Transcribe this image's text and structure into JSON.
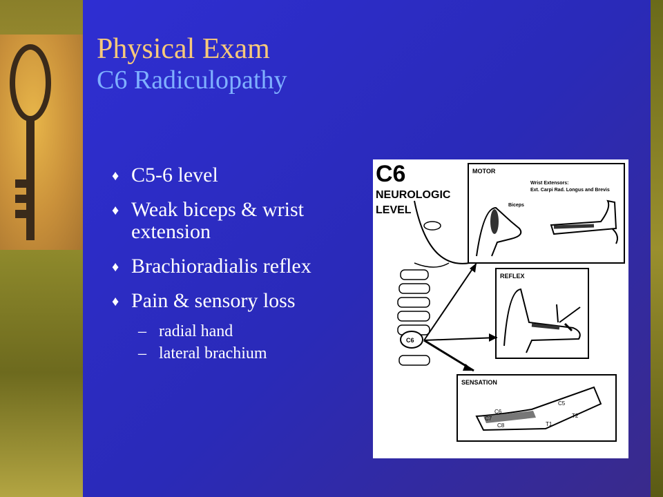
{
  "title": {
    "main": "Physical Exam",
    "sub": "C6 Radiculopathy"
  },
  "bullets": [
    {
      "text": "C5-6 level"
    },
    {
      "text": "Weak biceps & wrist extension"
    },
    {
      "text": "Brachioradialis reflex"
    },
    {
      "text": "Pain & sensory loss",
      "sub": [
        "radial hand",
        "lateral brachium"
      ]
    }
  ],
  "diagram": {
    "heading": "C6",
    "heading_line2": "NEUROLOGIC",
    "heading_line3": "LEVEL",
    "motor_label": "MOTOR",
    "wrist_label_1": "Wrist Extensors:",
    "wrist_label_2": "Ext. Carpi Rad. Longus and Brevis",
    "biceps_label": "Biceps",
    "reflex_label": "REFLEX",
    "sensation_label": "SENSATION",
    "spine_label": "C6",
    "dermatomes": [
      "C6",
      "C5",
      "C8",
      "T1",
      "T2",
      "C7"
    ]
  },
  "colors": {
    "title_main": "#f7c97a",
    "title_sub": "#7fb0ff",
    "background": "#2f2fd6"
  }
}
